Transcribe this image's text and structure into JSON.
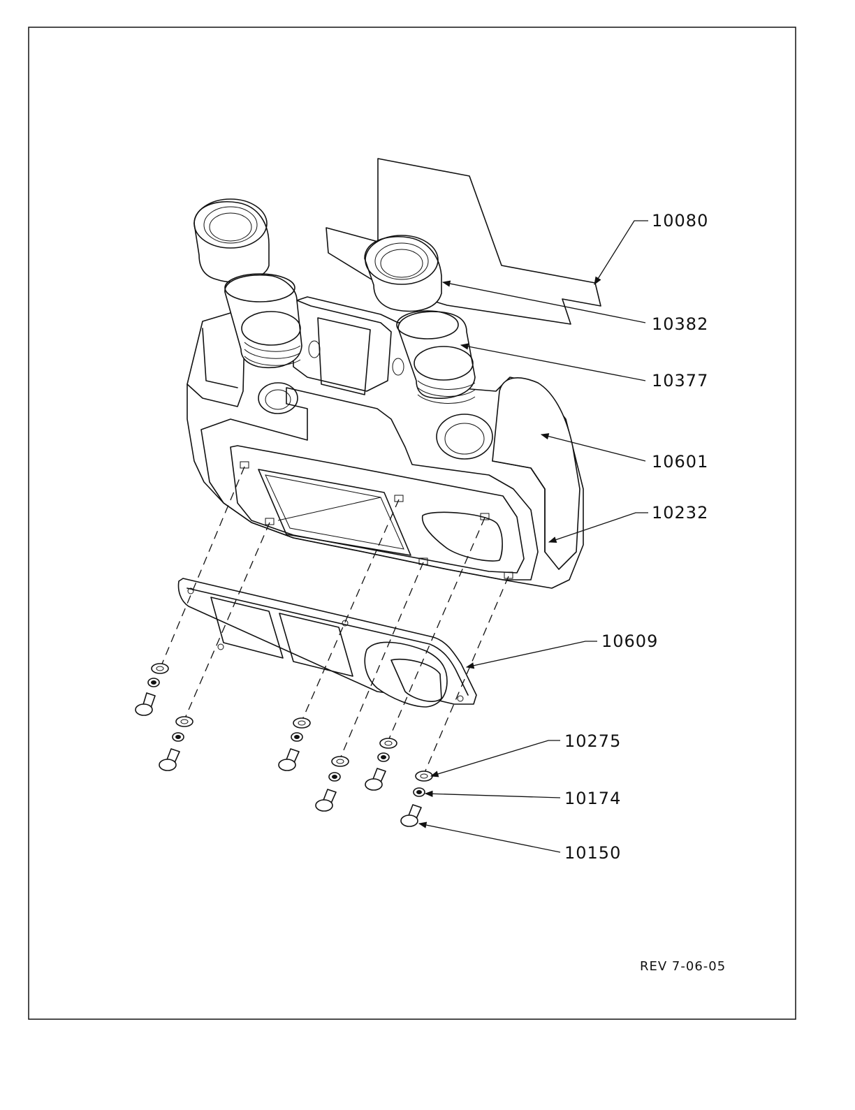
{
  "drawing": {
    "revision": "REV 7-06-05",
    "part_callouts": [
      {
        "id": "callout-10080",
        "label": "10080"
      },
      {
        "id": "callout-10382",
        "label": "10382"
      },
      {
        "id": "callout-10377",
        "label": "10377"
      },
      {
        "id": "callout-10601",
        "label": "10601"
      },
      {
        "id": "callout-10232",
        "label": "10232"
      },
      {
        "id": "callout-10609",
        "label": "10609"
      },
      {
        "id": "callout-10275",
        "label": "10275"
      },
      {
        "id": "callout-10174",
        "label": "10174"
      },
      {
        "id": "callout-10150",
        "label": "10150"
      }
    ]
  }
}
